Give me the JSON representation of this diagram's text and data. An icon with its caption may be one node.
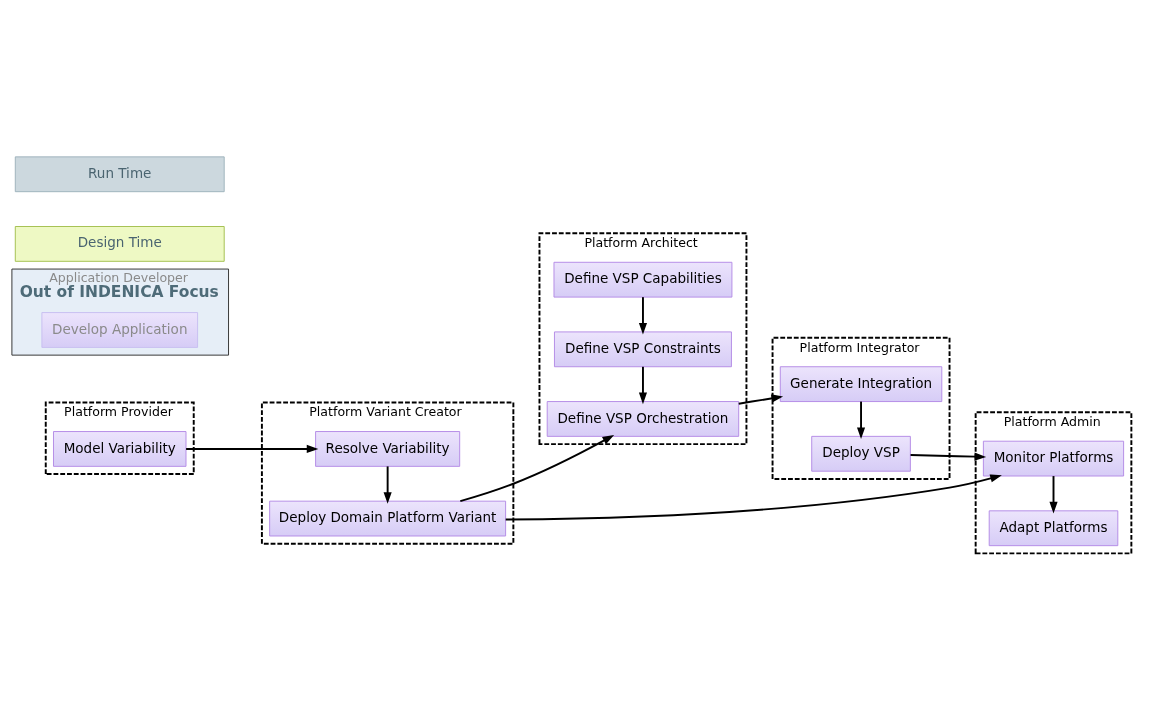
{
  "diagram": {
    "nodes": [
      {
        "text": [
          "Platform Provider"
        ]
      },
      {
        "text": [
          "Model Variability"
        ],
        "in": 0
      },
      {
        "text": [
          "Platform Variant Creator"
        ]
      },
      {
        "text": [
          "Resolve Variability"
        ],
        "in": 2
      },
      {
        "text": [
          "Deploy Domain Platform Variant"
        ],
        "in": 2
      },
      {
        "text": [
          "Platform Architect"
        ]
      },
      {
        "text": [
          "Define VSP Capabilities"
        ],
        "in": 5
      },
      {
        "text": [
          "Define VSP Constraints"
        ],
        "in": 5
      },
      {
        "text": [
          "Define VSP Orchestration"
        ],
        "in": 5
      },
      {
        "text": [
          "Platform Integrator"
        ]
      },
      {
        "text": [
          "Generate Integration"
        ],
        "in": 9
      },
      {
        "text": [
          "Deploy VSP"
        ],
        "in": 9
      },
      {
        "text": [
          "Platform Admin"
        ]
      },
      {
        "text": [
          "Adapt Platforms"
        ],
        "in": 12
      },
      {
        "text": [
          "Monitor Platforms"
        ],
        "in": 12
      },
      {
        "text": [
          "Application Developer",
          "Out of INDENICA Focus"
        ]
      },
      {
        "text": [
          "Develop Application"
        ],
        "in": 15
      },
      {
        "text": [
          "Design Time"
        ]
      },
      {
        "text": [
          "Run Time"
        ]
      }
    ],
    "edges": [
      {
        "from": 1,
        "to": 3,
        "arrow": "to"
      },
      {
        "from": 3,
        "to": 4,
        "arrow": "to"
      },
      {
        "from": 6,
        "to": 7,
        "arrow": "to"
      },
      {
        "from": 7,
        "to": 8,
        "arrow": "to"
      },
      {
        "from": 4,
        "to": 8,
        "arrow": "to"
      },
      {
        "from": 8,
        "to": 10,
        "arrow": "to"
      },
      {
        "from": 10,
        "to": 11,
        "arrow": "to"
      },
      {
        "from": 11,
        "to": 14,
        "arrow": "to"
      },
      {
        "from": 14,
        "to": 13,
        "arrow": "to"
      },
      {
        "from": 4,
        "to": 14,
        "arrow": "to"
      }
    ]
  }
}
